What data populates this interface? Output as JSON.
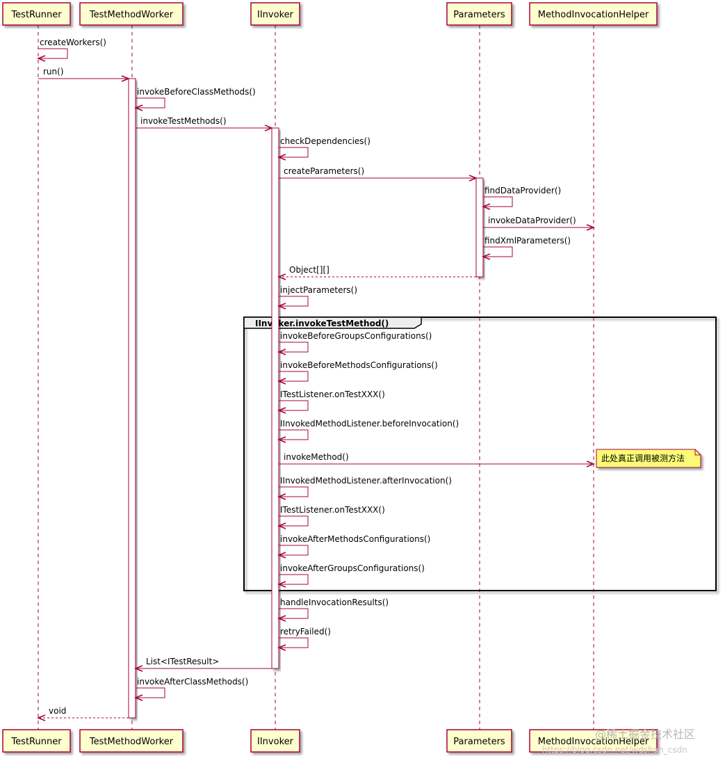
{
  "participants": [
    {
      "id": "runner",
      "label": "TestRunner"
    },
    {
      "id": "worker",
      "label": "TestMethodWorker"
    },
    {
      "id": "invoker",
      "label": "IInvoker"
    },
    {
      "id": "params",
      "label": "Parameters"
    },
    {
      "id": "helper",
      "label": "MethodInvocationHelper"
    }
  ],
  "messages": [
    {
      "label": "createWorkers()",
      "from": "runner",
      "to": "runner",
      "kind": "self"
    },
    {
      "label": "run()",
      "from": "runner",
      "to": "worker",
      "kind": "call"
    },
    {
      "label": "invokeBeforeClassMethods()",
      "from": "worker",
      "to": "worker",
      "kind": "self"
    },
    {
      "label": "invokeTestMethods()",
      "from": "worker",
      "to": "invoker",
      "kind": "call"
    },
    {
      "label": "checkDependencies()",
      "from": "invoker",
      "to": "invoker",
      "kind": "self"
    },
    {
      "label": "createParameters()",
      "from": "invoker",
      "to": "params",
      "kind": "call"
    },
    {
      "label": "findDataProvider()",
      "from": "params",
      "to": "params",
      "kind": "self"
    },
    {
      "label": "invokeDataProvider()",
      "from": "params",
      "to": "helper",
      "kind": "call"
    },
    {
      "label": "findXmlParameters()",
      "from": "params",
      "to": "params",
      "kind": "self"
    },
    {
      "label": "Object[][]",
      "from": "params",
      "to": "invoker",
      "kind": "return"
    },
    {
      "label": "injectParameters()",
      "from": "invoker",
      "to": "invoker",
      "kind": "self"
    },
    {
      "label": "invokeBeforeGroupsConfigurations()",
      "from": "invoker",
      "to": "invoker",
      "kind": "self"
    },
    {
      "label": "invokeBeforeMethodsConfigurations()",
      "from": "invoker",
      "to": "invoker",
      "kind": "self"
    },
    {
      "label": "ITestListener.onTestXXX()",
      "from": "invoker",
      "to": "invoker",
      "kind": "self"
    },
    {
      "label": "IInvokedMethodListener.beforeInvocation()",
      "from": "invoker",
      "to": "invoker",
      "kind": "self"
    },
    {
      "label": "invokeMethod()",
      "from": "invoker",
      "to": "helper",
      "kind": "call"
    },
    {
      "label": "IInvokedMethodListener.afterInvocation()",
      "from": "invoker",
      "to": "invoker",
      "kind": "self"
    },
    {
      "label": "ITestListener.onTestXXX()",
      "from": "invoker",
      "to": "invoker",
      "kind": "self"
    },
    {
      "label": "invokeAfterMethodsConfigurations()",
      "from": "invoker",
      "to": "invoker",
      "kind": "self"
    },
    {
      "label": "invokeAfterGroupsConfigurations()",
      "from": "invoker",
      "to": "invoker",
      "kind": "self"
    },
    {
      "label": "handleInvocationResults()",
      "from": "invoker",
      "to": "invoker",
      "kind": "self"
    },
    {
      "label": "retryFailed()",
      "from": "invoker",
      "to": "invoker",
      "kind": "self"
    },
    {
      "label": "List<ITestResult>",
      "from": "invoker",
      "to": "worker",
      "kind": "call"
    },
    {
      "label": "invokeAfterClassMethods()",
      "from": "worker",
      "to": "worker",
      "kind": "self"
    },
    {
      "label": "void",
      "from": "worker",
      "to": "runner",
      "kind": "return"
    }
  ],
  "frame": {
    "title": "IInvoker.invokeTestMethod()"
  },
  "note": {
    "text": "此处真正调用被测方法"
  },
  "watermark": {
    "line1": "@稀土掘金技术社区",
    "line2": "https://blog.csdn.net/wdshan_csdn"
  },
  "colors": {
    "participant_fill": "#FEFECE",
    "participant_border": "#A80036",
    "arrow": "#A80036",
    "lifeline": "#A80036",
    "note_fill": "#FBFB77",
    "frame_border": "#000000"
  }
}
